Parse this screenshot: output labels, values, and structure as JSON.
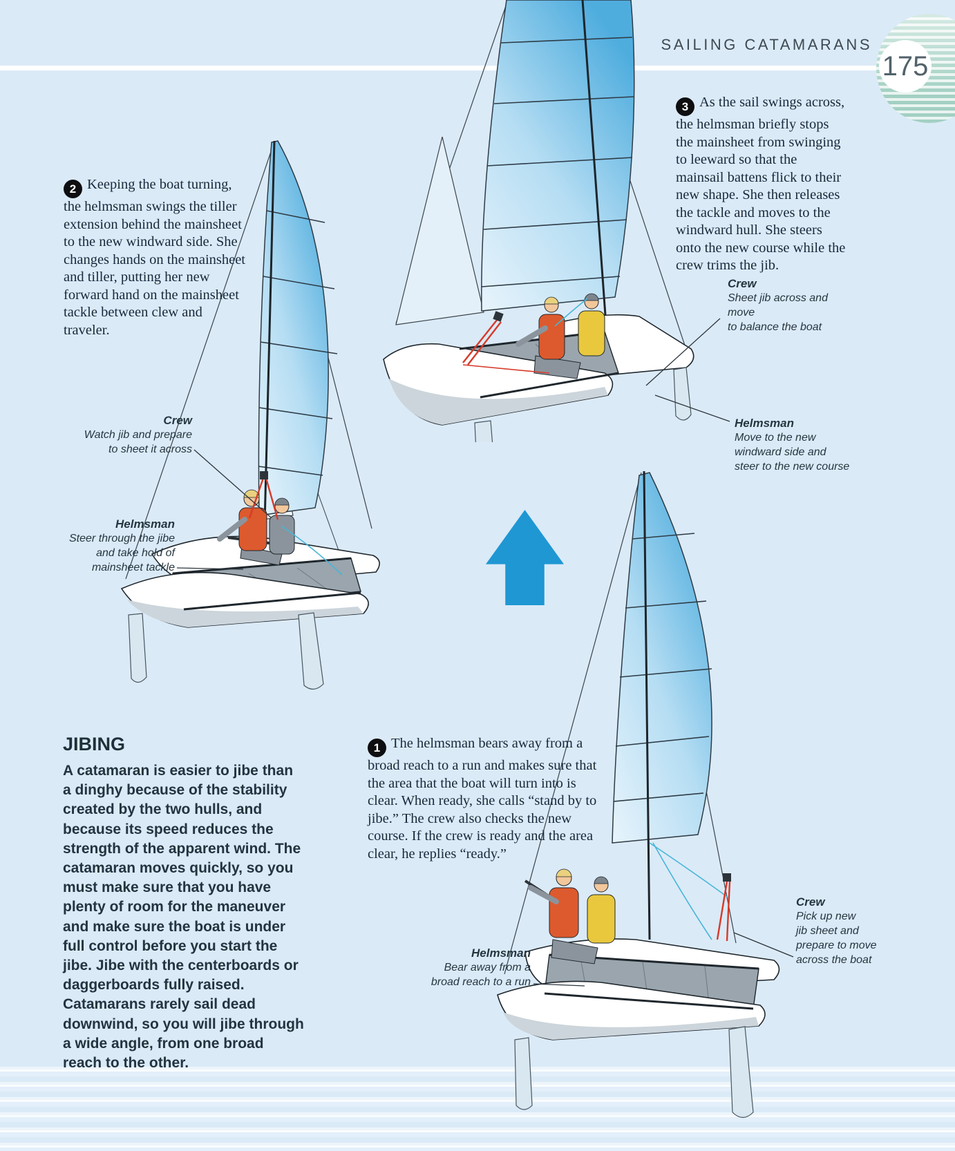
{
  "header": {
    "title": "SAILING CATAMARANS",
    "page_number": "175"
  },
  "section": {
    "heading": "JIBING",
    "body": "A catamaran is easier to jibe than a dinghy because of the stability created by the two hulls, and because its speed reduces the strength of the apparent wind. The catamaran moves quickly, so you must make sure that you have plenty of room for the maneuver and make sure the boat is under full control before you start the jibe. Jibe with the centerboards or daggerboards fully raised. Catamarans rarely sail dead downwind, so you will jibe through a wide angle, from one broad reach to the other."
  },
  "steps": {
    "step1": {
      "number": "1",
      "text": "The helmsman bears away from a broad reach to a run and makes sure that the area that the boat will turn into is clear. When ready, she calls “stand by to jibe.” The crew also checks the new course. If the crew is ready and the area clear, he replies “ready.”"
    },
    "step2": {
      "number": "2",
      "text": "Keeping the boat turning, the helmsman swings the tiller extension behind the mainsheet to the new windward side. She changes hands on the mainsheet and tiller, putting her new forward hand on the mainsheet tackle between clew and traveler."
    },
    "step3": {
      "number": "3",
      "text": "As the sail swings across, the helmsman briefly stops the mainsheet from swinging to leeward so that the mainsail battens flick to their new shape. She then releases the tackle and moves to the windward hull. She steers onto the new course while the crew trims the jib."
    }
  },
  "annotations": {
    "crew_top": {
      "role": "Crew",
      "text": "Sheet jib across and move\nto balance the boat"
    },
    "helmsman_top": {
      "role": "Helmsman",
      "text": "Move to the new\nwindward side and\nsteer to the new course"
    },
    "crew_left": {
      "role": "Crew",
      "text": "Watch jib and prepare\nto sheet it across"
    },
    "helmsman_left": {
      "role": "Helmsman",
      "text": "Steer through the jibe\nand take hold of\nmainsheet tackle"
    },
    "helmsman_bottom": {
      "role": "Helmsman",
      "text": "Bear away from a\nbroad reach to a run"
    },
    "crew_bottom": {
      "role": "Crew",
      "text": "Pick up new\njib sheet and\nprepare to move\nacross the boat"
    }
  },
  "graphics": {
    "up_arrow_icon": "up-arrow-icon",
    "colors": {
      "page_background": "#dbeaf7",
      "arrow_blue": "#1e97d3",
      "sail_blue": "#4fadde",
      "badge_teal": "#a3d0c3",
      "vest_orange": "#dc5a2e",
      "vest_yellow": "#e9c83e",
      "rope_red": "#d63a2a",
      "text_dark": "#17293b"
    }
  }
}
